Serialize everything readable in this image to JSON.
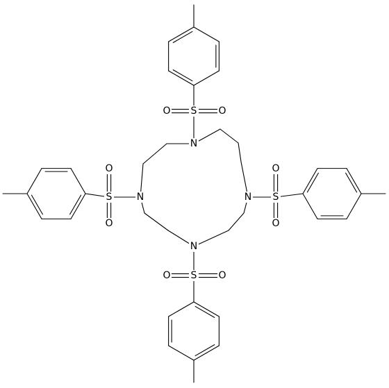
{
  "diagram": {
    "type": "chemical-structure",
    "colors": {
      "bond": "#000000",
      "background": "#ffffff",
      "label": "#000000"
    },
    "atom_labels": {
      "nitrogen": "N",
      "sulfur": "S",
      "oxygen": "O"
    }
  }
}
